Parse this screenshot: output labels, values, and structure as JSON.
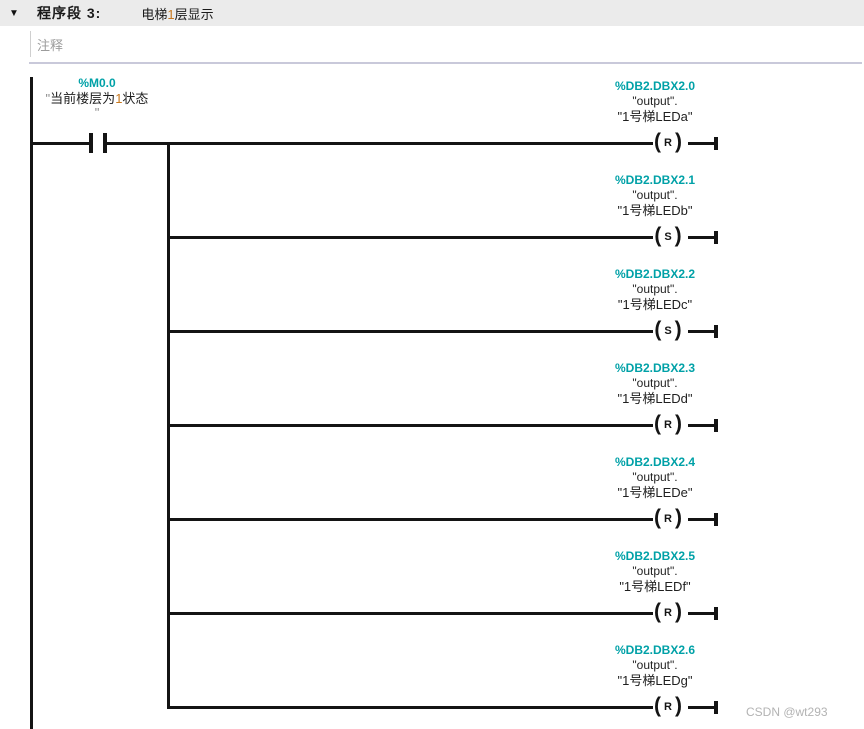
{
  "network": {
    "collapse_icon": "▼",
    "label": "程序段 3:",
    "title_parts": [
      "电梯",
      "1",
      "层显示"
    ],
    "comment_placeholder": "注释"
  },
  "contact": {
    "address": "%M0.0",
    "open_quote": "\"",
    "name_parts": [
      "当前楼层为",
      "1",
      "状态"
    ],
    "close_quote": "\""
  },
  "coil_symbol": {
    "open": "(",
    "close": ")"
  },
  "coils": [
    {
      "address": "%DB2.DBX2.0",
      "db_name": "\"output\".",
      "tag_name": "\"1号梯LEDa\"",
      "op": "R"
    },
    {
      "address": "%DB2.DBX2.1",
      "db_name": "\"output\".",
      "tag_name": "\"1号梯LEDb\"",
      "op": "S"
    },
    {
      "address": "%DB2.DBX2.2",
      "db_name": "\"output\".",
      "tag_name": "\"1号梯LEDc\"",
      "op": "S"
    },
    {
      "address": "%DB2.DBX2.3",
      "db_name": "\"output\".",
      "tag_name": "\"1号梯LEDd\"",
      "op": "R"
    },
    {
      "address": "%DB2.DBX2.4",
      "db_name": "\"output\".",
      "tag_name": "\"1号梯LEDe\"",
      "op": "R"
    },
    {
      "address": "%DB2.DBX2.5",
      "db_name": "\"output\".",
      "tag_name": "\"1号梯LEDf\"",
      "op": "R"
    },
    {
      "address": "%DB2.DBX2.6",
      "db_name": "\"output\".",
      "tag_name": "\"1号梯LEDg\"",
      "op": "R"
    }
  ],
  "watermark": "CSDN @wt293",
  "colors": {
    "operand_teal": "#00a1a7",
    "digit_orange": "#c8781e",
    "line_black": "#141414",
    "header_bg": "#ebebeb",
    "comment_gray": "#9c9c9c"
  }
}
